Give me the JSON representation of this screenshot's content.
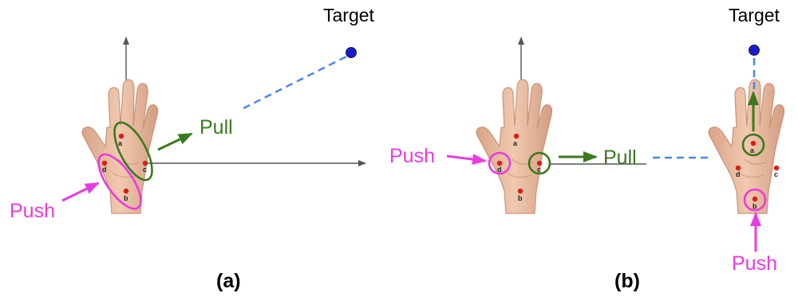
{
  "panel_a": {
    "caption": "(a)",
    "target_label": "Target",
    "pull_label": "Pull",
    "push_label": "Push",
    "points": [
      "a",
      "b",
      "c",
      "d"
    ]
  },
  "panel_b": {
    "caption": "(b)",
    "target_label": "Target",
    "pull_label": "Pull",
    "push_left_label": "Push",
    "push_bottom_label": "Push",
    "points_left_hand": [
      "a",
      "b",
      "c",
      "d"
    ],
    "points_right_hand": [
      "a",
      "b",
      "c",
      "d"
    ]
  },
  "colors": {
    "pull": "#3a7a1f",
    "push": "#e83be0",
    "target": "#1a1ad6",
    "dashed": "#4a86e8",
    "axis": "#555555",
    "skin": "#e9bfa4",
    "skin_shadow": "#c9937a",
    "marker": "#d91e18"
  }
}
